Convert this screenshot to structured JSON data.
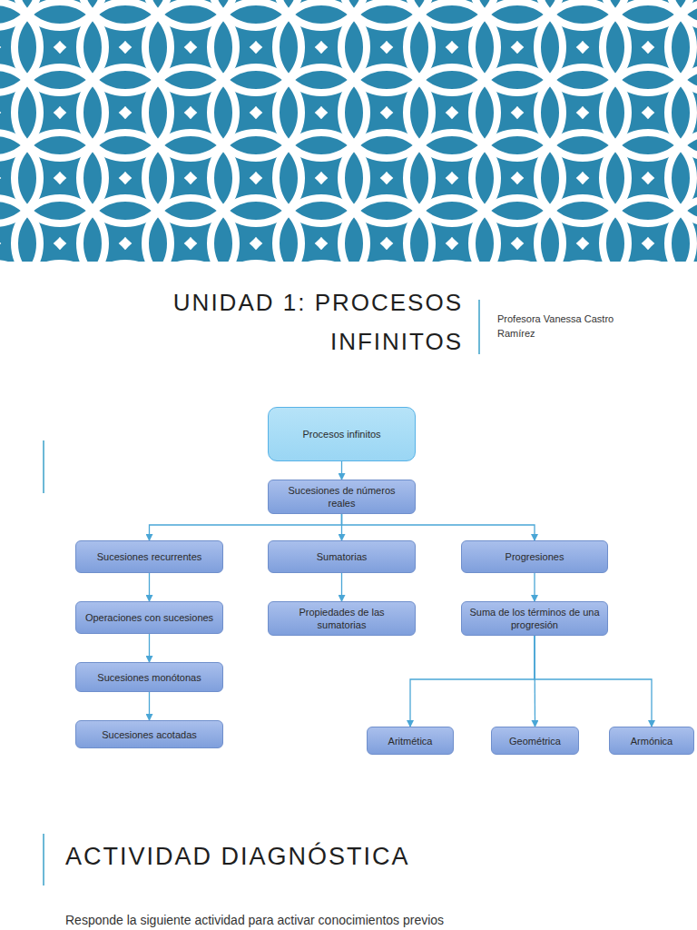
{
  "diagram": {
    "title": "UNIDAD 1: PROCESOS INFINITOS",
    "nodes": [
      {
        "text": [
          "Procesos infinitos"
        ]
      },
      {
        "text": [
          "Sucesiones de números reales"
        ]
      },
      {
        "text": [
          "Sucesiones recurrentes"
        ]
      },
      {
        "text": [
          "Sumatorias"
        ]
      },
      {
        "text": [
          "Progresiones"
        ]
      },
      {
        "text": [
          "Operaciones con sucesiones"
        ]
      },
      {
        "text": [
          "Propiedades de las sumatorias"
        ]
      },
      {
        "text": [
          "Suma de los términos de una progresión"
        ]
      },
      {
        "text": [
          "Sucesiones monótonas"
        ]
      },
      {
        "text": [
          "Sucesiones acotadas"
        ]
      },
      {
        "text": [
          "Aritmética"
        ]
      },
      {
        "text": [
          "Geométrica"
        ]
      },
      {
        "text": [
          "Armónica"
        ]
      }
    ],
    "edges": [
      {
        "from": 0,
        "to": 1,
        "arrow": "to"
      },
      {
        "from": 1,
        "to": 2,
        "arrow": "to"
      },
      {
        "from": 1,
        "to": 3,
        "arrow": "to"
      },
      {
        "from": 1,
        "to": 4,
        "arrow": "to"
      },
      {
        "from": 2,
        "to": 5,
        "arrow": "to"
      },
      {
        "from": 5,
        "to": 8,
        "arrow": "to"
      },
      {
        "from": 8,
        "to": 9,
        "arrow": "to"
      },
      {
        "from": 3,
        "to": 6,
        "arrow": "to"
      },
      {
        "from": 4,
        "to": 7,
        "arrow": "to"
      },
      {
        "from": 7,
        "to": 10,
        "arrow": "to"
      },
      {
        "from": 7,
        "to": 11,
        "arrow": "to"
      },
      {
        "from": 7,
        "to": 12,
        "arrow": "to"
      }
    ],
    "labels": [
      "Profesora Vanessa Castro Ramírez",
      "ACTIVIDAD DIAGNÓSTICA",
      "Responde la siguiente actividad para activar conocimientos previos"
    ]
  }
}
